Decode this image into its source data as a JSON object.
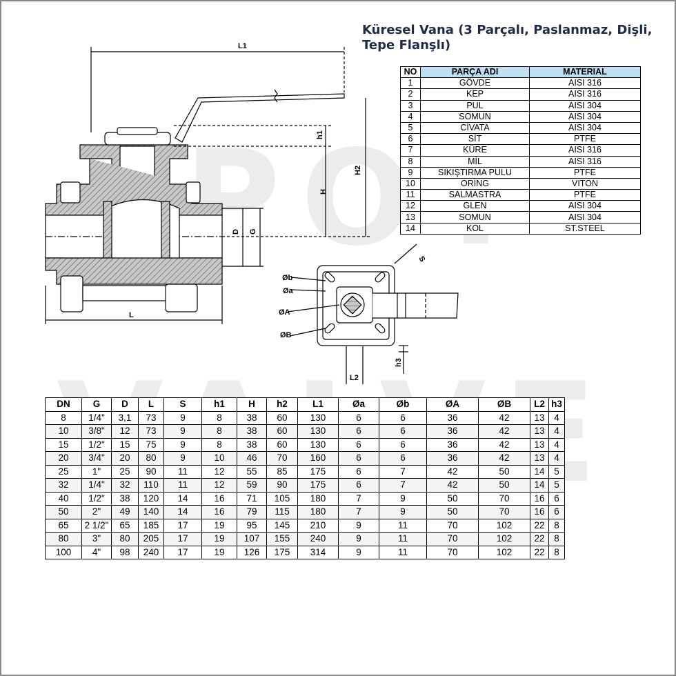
{
  "watermark": {
    "line1": "POY",
    "line2": "VALVE"
  },
  "title": "Küresel Vana (3 Parçalı, Paslanmaz, Dişli, Tepe Flanşlı)",
  "drawing_labels": {
    "L1": "L1",
    "h1": "h1",
    "H2": "H2",
    "H": "H",
    "D": "D",
    "G": "G",
    "L": "L",
    "S": "S",
    "Ob": "Øb",
    "Oa": "Øa",
    "OA": "ØA",
    "OB": "ØB",
    "h3": "h3",
    "L2": "L2"
  },
  "parts_table": {
    "headers": [
      "NO",
      "PARÇA ADI",
      "MATERIAL"
    ],
    "rows": [
      [
        "1",
        "GÖVDE",
        "AISI 316"
      ],
      [
        "2",
        "KEP",
        "AISI 316"
      ],
      [
        "3",
        "PUL",
        "AISI 304"
      ],
      [
        "4",
        "SOMUN",
        "AISI 304"
      ],
      [
        "5",
        "CİVATA",
        "AISI 304"
      ],
      [
        "6",
        "SİT",
        "PTFE"
      ],
      [
        "7",
        "KÜRE",
        "AISI 316"
      ],
      [
        "8",
        "MİL",
        "AISI 316"
      ],
      [
        "9",
        "SIKIŞTIRMA PULU",
        "PTFE"
      ],
      [
        "10",
        "ORİNG",
        "VITON"
      ],
      [
        "11",
        "SALMASTRA",
        "PTFE"
      ],
      [
        "12",
        "GLEN",
        "AISI 304"
      ],
      [
        "13",
        "SOMUN",
        "AISI 304"
      ],
      [
        "14",
        "KOL",
        "ST.STEEL"
      ]
    ]
  },
  "dimension_table": {
    "headers": [
      "DN",
      "G",
      "D",
      "L",
      "S",
      "h1",
      "H",
      "h2",
      "L1",
      "Øa",
      "Øb",
      "ØA",
      "ØB",
      "L2",
      "h3"
    ],
    "rows": [
      [
        "8",
        "1/4\"",
        "3,1",
        "73",
        "9",
        "8",
        "38",
        "60",
        "130",
        "6",
        "6",
        "36",
        "42",
        "13",
        "4"
      ],
      [
        "10",
        "3/8\"",
        "12",
        "73",
        "9",
        "8",
        "38",
        "60",
        "130",
        "6",
        "6",
        "36",
        "42",
        "13",
        "4"
      ],
      [
        "15",
        "1/2\"",
        "15",
        "75",
        "9",
        "8",
        "38",
        "60",
        "130",
        "6",
        "6",
        "36",
        "42",
        "13",
        "4"
      ],
      [
        "20",
        "3/4\"",
        "20",
        "80",
        "9",
        "10",
        "46",
        "70",
        "160",
        "6",
        "6",
        "36",
        "42",
        "13",
        "4"
      ],
      [
        "25",
        "1\"",
        "25",
        "90",
        "11",
        "12",
        "55",
        "85",
        "175",
        "6",
        "7",
        "42",
        "50",
        "14",
        "5"
      ],
      [
        "32",
        "1/4\"",
        "32",
        "110",
        "11",
        "12",
        "59",
        "90",
        "175",
        "6",
        "7",
        "42",
        "50",
        "14",
        "5"
      ],
      [
        "40",
        "1/2\"",
        "38",
        "120",
        "14",
        "16",
        "71",
        "105",
        "180",
        "7",
        "9",
        "50",
        "70",
        "16",
        "6"
      ],
      [
        "50",
        "2\"",
        "49",
        "140",
        "14",
        "16",
        "79",
        "115",
        "180",
        "7",
        "9",
        "50",
        "70",
        "16",
        "6"
      ],
      [
        "65",
        "2 1/2\"",
        "65",
        "185",
        "17",
        "19",
        "95",
        "145",
        "210",
        "9",
        "11",
        "70",
        "102",
        "22",
        "8"
      ],
      [
        "80",
        "3\"",
        "80",
        "205",
        "17",
        "19",
        "107",
        "155",
        "240",
        "9",
        "11",
        "70",
        "102",
        "22",
        "8"
      ],
      [
        "100",
        "4\"",
        "98",
        "240",
        "17",
        "19",
        "126",
        "175",
        "314",
        "9",
        "11",
        "70",
        "102",
        "22",
        "8"
      ]
    ]
  }
}
